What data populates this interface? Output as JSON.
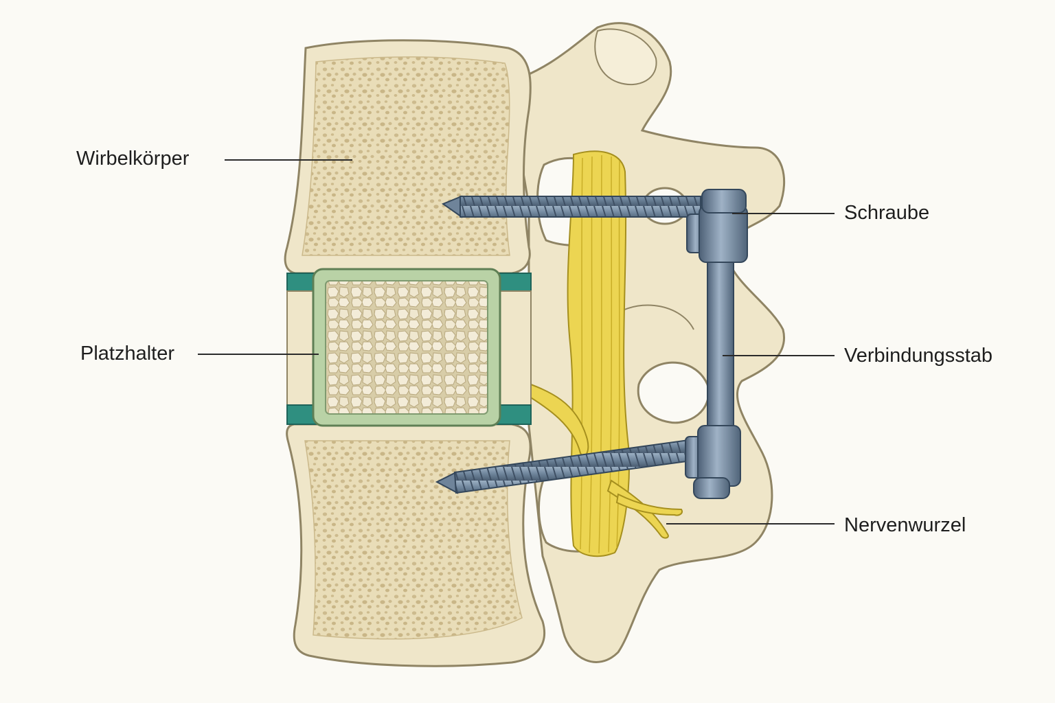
{
  "labels": {
    "vertebral_body": "Wirbelkörper",
    "spacer": "Platzhalter",
    "screw": "Schraube",
    "connecting_rod": "Verbindungsstab",
    "nerve_root": "Nervenwurzel"
  },
  "colors": {
    "background": "#fbfaf5",
    "bone": "#efe6c9",
    "bone_outline": "#8f8464",
    "cancellous_bone": "#e6d9b2",
    "disc": "#2f8f80",
    "spacer_frame": "#b9d2a6",
    "graft": "#f1ead6",
    "nerve": "#e8cf4a",
    "implant_metal": "#6f849a",
    "leader_line": "#2a2a2a"
  }
}
